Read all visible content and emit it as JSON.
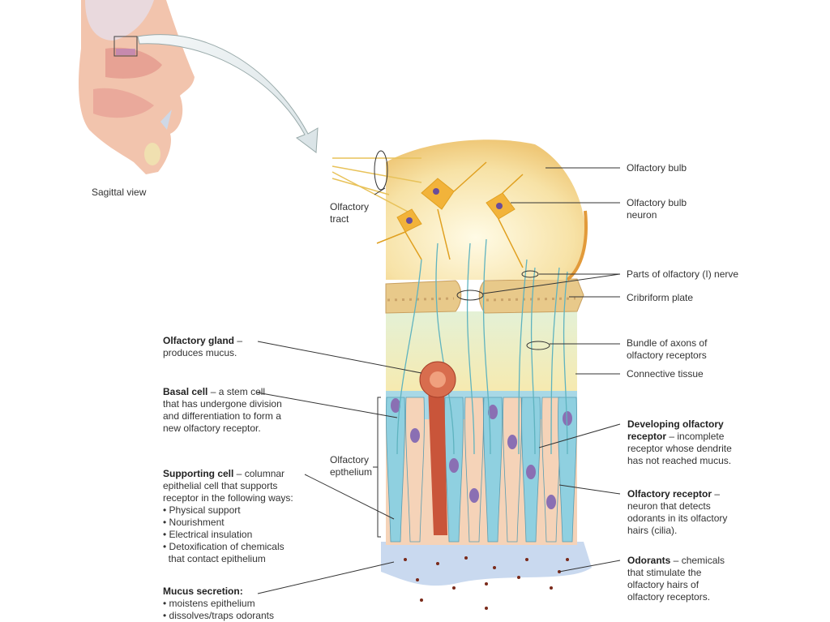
{
  "sagittal": {
    "caption": "Sagittal view"
  },
  "labels_top": {
    "olfactory_tract": [
      "Olfactory",
      "tract"
    ],
    "olfactory_bulb": "Olfactory bulb",
    "olfactory_bulb_neuron": [
      "Olfactory bulb",
      "neuron"
    ],
    "parts_of_nerve": "Parts of olfactory (I) nerve",
    "cribriform_plate": "Cribriform plate",
    "bundle_of_axons": [
      "Bundle of axons of",
      "olfactory receptors"
    ],
    "connective_tissue": "Connective tissue",
    "olfactory_epithelium": [
      "Olfactory",
      "epthelium"
    ]
  },
  "labels_left": {
    "gland": {
      "title": "Olfactory gland",
      "text": [
        "produces mucus."
      ]
    },
    "basal": {
      "title": "Basal cell",
      "text": [
        "a stem cell",
        "that has undergone division",
        "and differentiation to form a",
        "new olfactory receptor."
      ]
    },
    "supporting": {
      "title": "Supporting cell",
      "text": [
        "columnar",
        "epithelial cell that supports",
        "receptor in the following ways:"
      ],
      "bullets": [
        "Physical support",
        "Nourishment",
        "Electrical insulation",
        "Detoxification of chemicals",
        "that contact epithelium"
      ]
    },
    "mucus": {
      "title": "Mucus secretion:",
      "bullets": [
        "moistens epithelium",
        "dissolves/traps odorants"
      ]
    }
  },
  "labels_right": {
    "developing": {
      "title": "Developing olfactory",
      "title2": "receptor",
      "text": [
        "incomplete",
        "receptor whose dendrite",
        "has not reached mucus."
      ]
    },
    "receptor": {
      "title": "Olfactory receptor",
      "text": [
        "neuron that detects",
        "odorants in its olfactory",
        "hairs (cilia)."
      ]
    },
    "odorants": {
      "title": "Odorants",
      "text": [
        "chemicals",
        "that stimulate the",
        "olfactory hairs of",
        "olfactory receptors."
      ]
    }
  },
  "colors": {
    "bulb": "#f6dea0",
    "bone": "#e8c98a",
    "connective": "#f3f0c6",
    "supporting_cell": "#f5d3b8",
    "receptor_cell": "#8fd0e0",
    "nucleus": "#8a6fb3",
    "nerve": "#5fb3bf",
    "gland": "#c9553a",
    "mucus": "#c9d9ef"
  }
}
